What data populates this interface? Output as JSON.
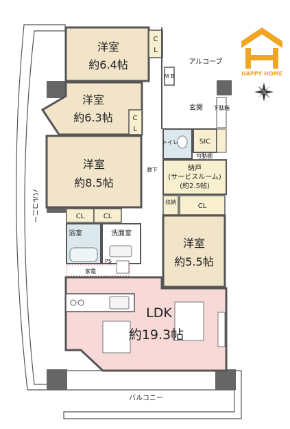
{
  "brand": {
    "name": "HAPPY HOME",
    "logo_letter": "H",
    "logo_color": "#f0a524"
  },
  "colors": {
    "bedroom_fill": "#f2e4c8",
    "ldk_fill": "#f7d9d7",
    "closet_fill": "#f7efcf",
    "bath_fill": "#dbe9ef",
    "wall": "#555555"
  },
  "rooms": {
    "bedroom1": {
      "name": "洋室",
      "area": "約6.4帖"
    },
    "bedroom2": {
      "name": "洋室",
      "area": "約6.3帖"
    },
    "bedroom3": {
      "name": "洋室",
      "area": "約8.5帖"
    },
    "bedroom4": {
      "name": "洋室",
      "area": "約5.5帖"
    },
    "ldk": {
      "name": "LDK",
      "area": "約19.3帖"
    },
    "storage": {
      "name": "納戸",
      "subtitle": "(サービスルーム)",
      "area": "(約2.5帖)"
    },
    "entrance": "玄関",
    "alcove": "アルコーブ",
    "sic": "SIC",
    "toilet": "トイレ",
    "corridor": "廊下",
    "bath": "浴室",
    "washroom": "洗面室",
    "appliance": "家電",
    "mb": "M B",
    "shoebox": "下駄箱",
    "movable_shelf": "可動棚",
    "storage_small": "収納",
    "cl": "CL",
    "ps": "PS",
    "balcony": "バルコニー",
    "balcony_side": "バルコニー"
  },
  "icons": [
    "compass-rose-icon",
    "house-logo-icon"
  ]
}
